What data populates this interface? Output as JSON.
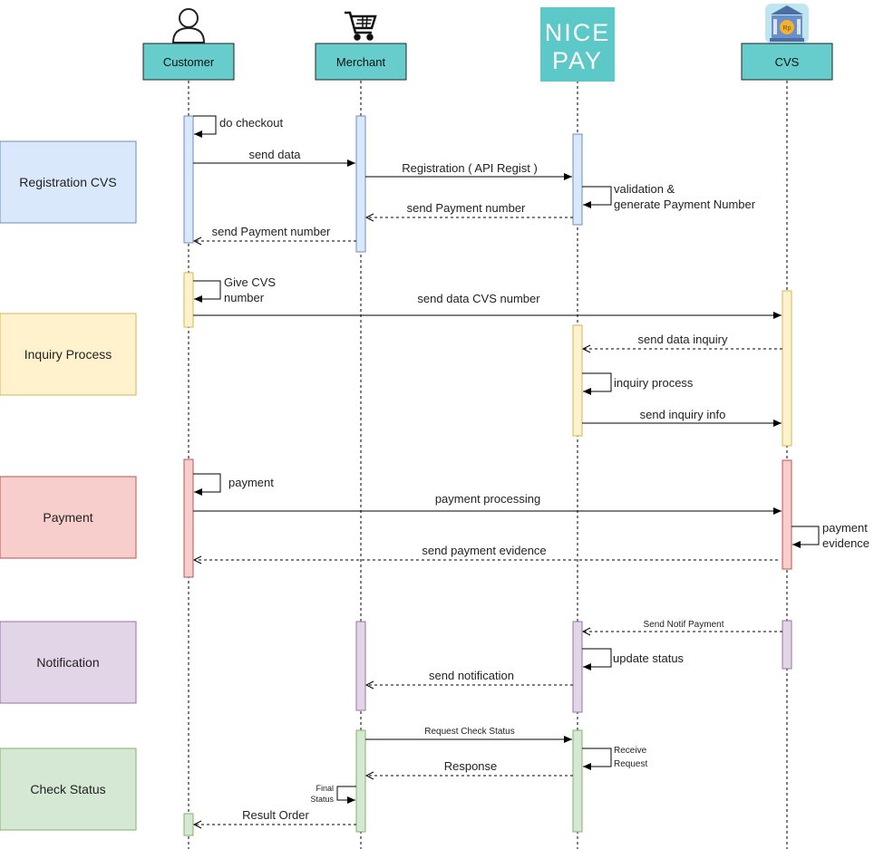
{
  "actors": {
    "customer": "Customer",
    "merchant": "Merchant",
    "nicepay_line1": "NICE",
    "nicepay_line2": "PAY",
    "cvs": "CVS",
    "cvs_badge": "Rp"
  },
  "phases": {
    "registration": "Registration CVS",
    "inquiry": "Inquiry Process",
    "payment": "Payment",
    "notification": "Notification",
    "check_status": "Check Status"
  },
  "messages": {
    "do_checkout": "do checkout",
    "send_data": "send data",
    "registration_api": "Registration ( API Regist )",
    "validation_l1": "validation &",
    "validation_l2": "generate Payment Number",
    "send_payment_number_1": "send Payment number",
    "send_payment_number_2": "send Payment number",
    "give_cvs_l1": "Give CVS",
    "give_cvs_l2": "number",
    "send_data_cvs": "send data CVS number",
    "send_data_inquiry": "send data inquiry",
    "inquiry_process": "inquiry process",
    "send_inquiry_info": "send inquiry info",
    "payment_self": "payment",
    "payment_processing": "payment processing",
    "payment_evidence_l1": "payment",
    "payment_evidence_l2": "evidence",
    "send_payment_evidence": "send payment evidence",
    "send_notif_payment": "Send Notif Payment",
    "update_status": "update status",
    "send_notification": "send notification",
    "request_check_status": "Request Check Status",
    "receive_l1": "Receive",
    "receive_l2": "Request",
    "response": "Response",
    "final_l1": "Final",
    "final_l2": "Status",
    "result_order": "Result Order"
  },
  "colors": {
    "actor_box": "#66cccc",
    "nicepay_logo": "#5cc8c8",
    "registration": "#dae8fc",
    "registration_border": "#6c8ebf",
    "inquiry": "#fff2cc",
    "inquiry_border": "#d6b656",
    "payment": "#f8cecc",
    "payment_border": "#b85450",
    "notification": "#e1d5e7",
    "notification_border": "#9673a6",
    "check_status": "#d5e8d4",
    "check_status_border": "#82b366"
  }
}
